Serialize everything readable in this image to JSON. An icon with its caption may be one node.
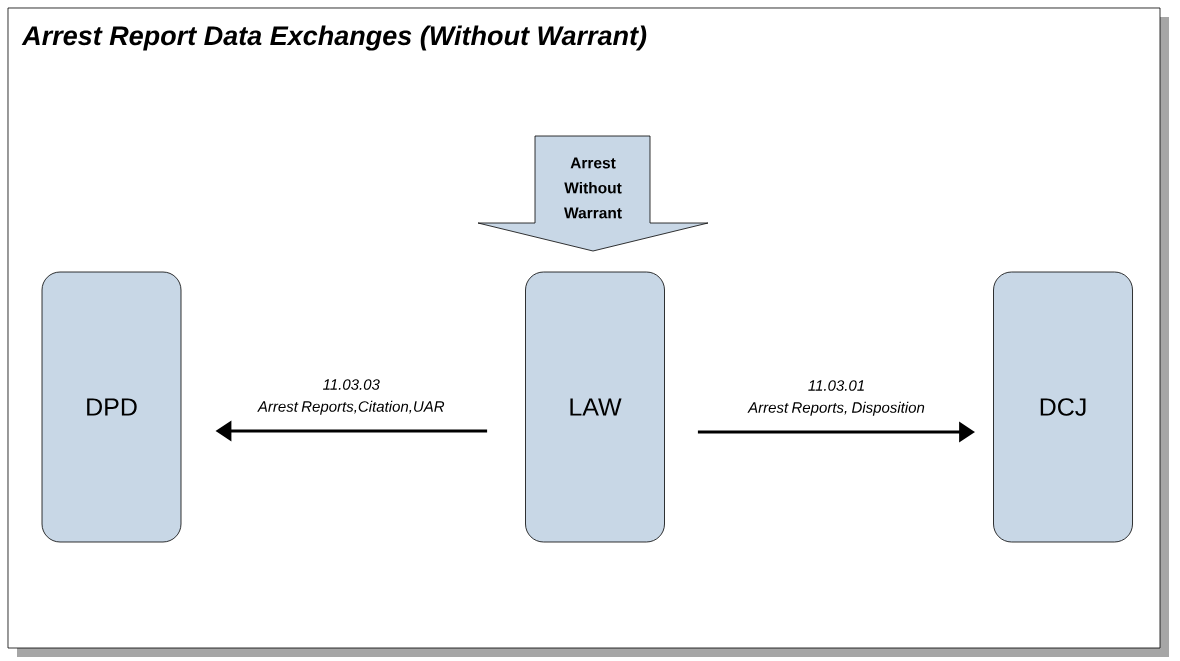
{
  "diagram": {
    "title": "Arrest Report Data Exchanges (Without Warrant)",
    "nodes": [
      {
        "text": [
          "Arrest Without Warrant"
        ]
      },
      {
        "text": [
          "DPD"
        ]
      },
      {
        "text": [
          "LAW"
        ]
      },
      {
        "text": [
          "DCJ"
        ]
      }
    ],
    "edges": [
      {
        "from": 2,
        "to": 1,
        "arrow": "to",
        "label": "11.03.03 Arrest Reports,Citation,UAR"
      },
      {
        "from": 2,
        "to": 3,
        "arrow": "to",
        "label": "11.03.01 Arrest Reports, Disposition"
      }
    ]
  }
}
